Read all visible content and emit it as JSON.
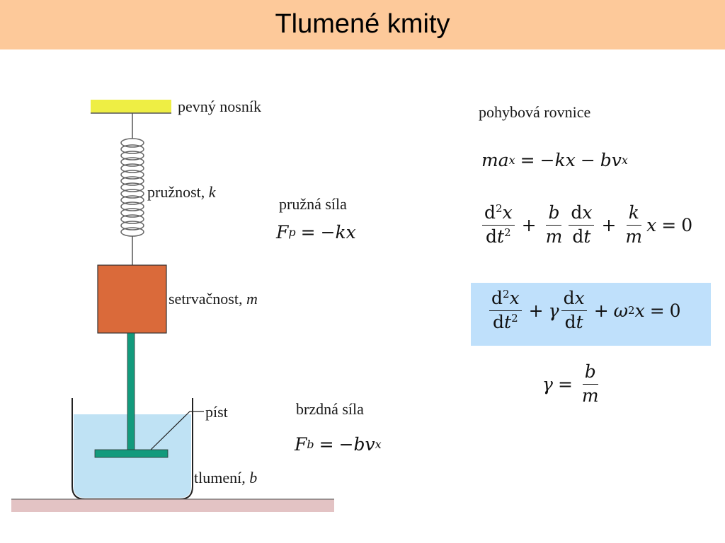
{
  "title": "Tlumené kmity",
  "labels": {
    "beam": "pevný nosník",
    "spring": "pružnost,",
    "spring_symbol": "k",
    "mass": "setrvačnost,",
    "mass_symbol": "m",
    "piston": "píst",
    "damping": "tlumení,",
    "damping_symbol": "b"
  },
  "forces": {
    "elastic_heading": "pružná síla",
    "brake_heading": "brzdná síla"
  },
  "motion": {
    "heading": "pohybová rovnice"
  },
  "colors": {
    "title_bar": "#fdc99a",
    "beam": "#eeee44",
    "mass": "#da6a3a",
    "piston": "#139a7c",
    "liquid": "#bfe2f4",
    "ground": "#e3c3c4",
    "highlight": "#bfe0fb"
  }
}
